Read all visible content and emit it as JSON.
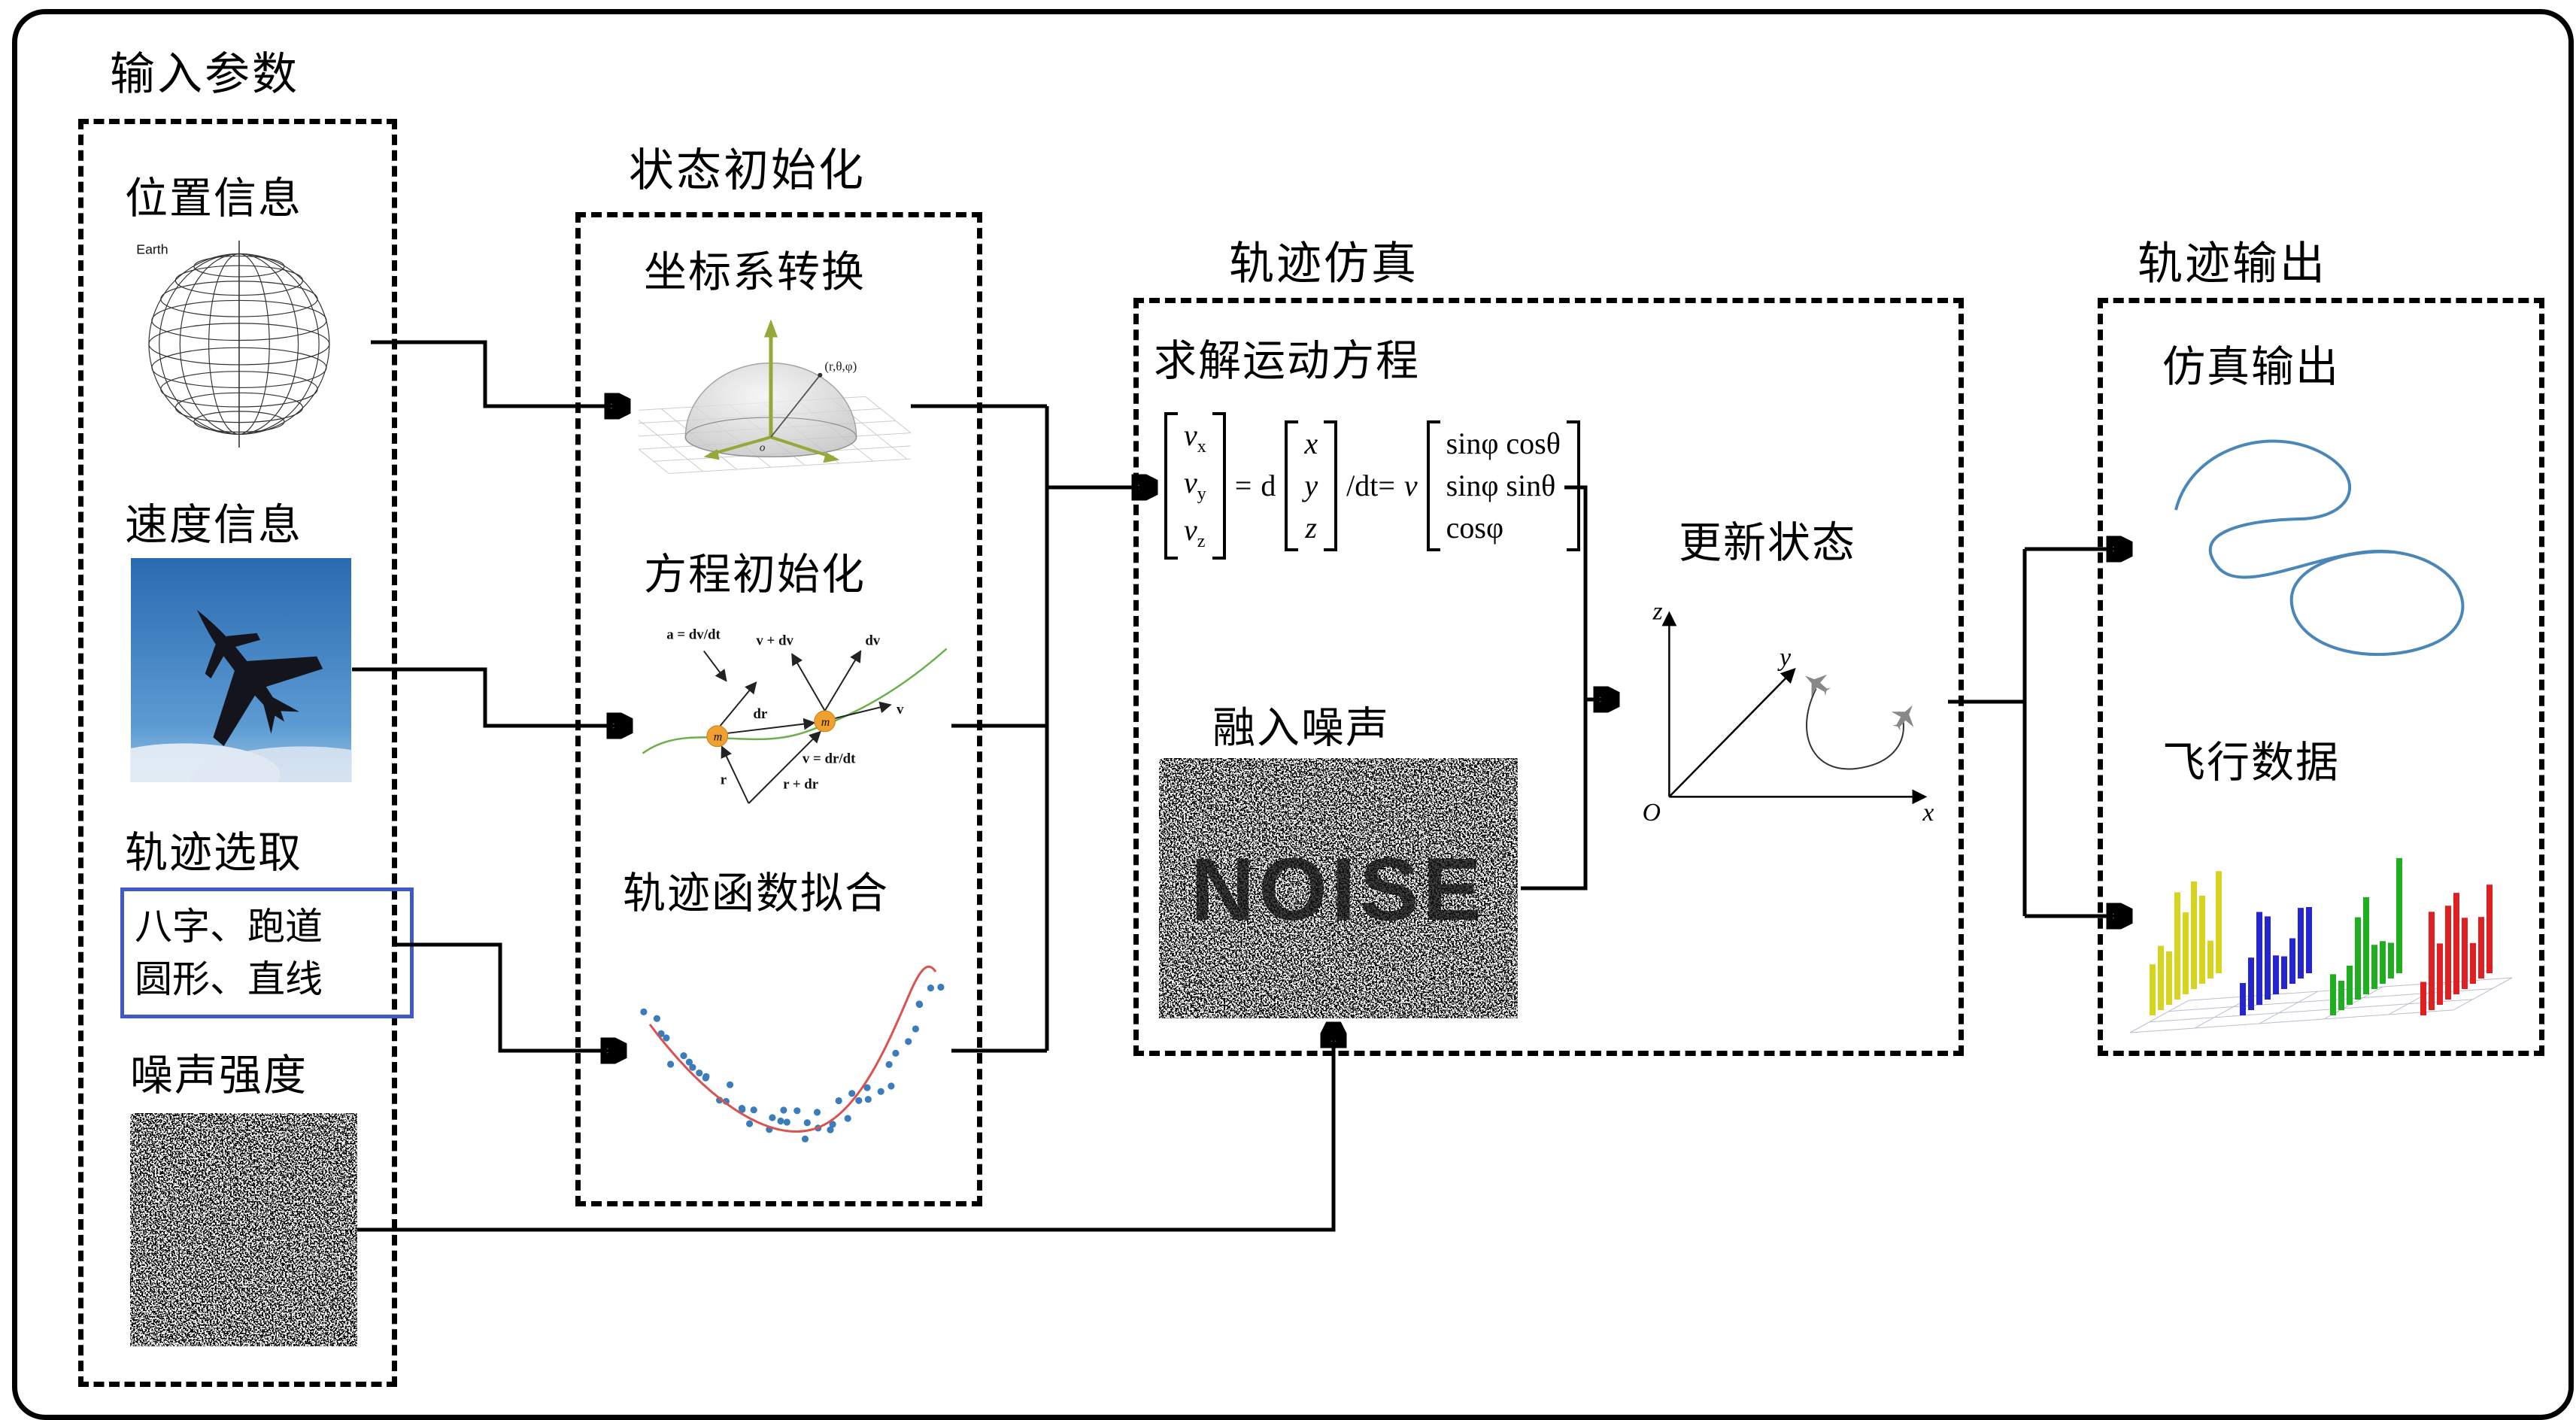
{
  "colors": {
    "curve_blue": "#4a86b8",
    "scatter_dot_blue": "#3b7dbb",
    "fit_line_red": "#d9534f",
    "option_box_blue": "#4059c8",
    "mass_orange": "#f0a030",
    "axis_green": "#97a83a",
    "vector_green": "#6ab04c",
    "sky_blue": "#3579bd",
    "bar_yellow": "#d6d41f",
    "bar_blue": "#2626d0",
    "bar_green": "#1fae1f",
    "bar_red": "#e02020"
  },
  "input_panel": {
    "title": "输入参数",
    "position_label": "位置信息",
    "earth_caption": "Earth",
    "velocity_label": "速度信息",
    "trajectory_label": "轨迹选取",
    "trajectory_options": [
      "八字、跑道",
      "圆形、直线"
    ],
    "noise_label": "噪声强度"
  },
  "init_panel": {
    "title": "状态初始化",
    "coord_label": "坐标系转换",
    "coord_annotation": "(r,θ,φ)",
    "coord_origin": "o",
    "equation_label": "方程初始化",
    "vector_labels": {
      "a": "a = dv/dt",
      "v_plus_dv": "v + dv",
      "dv": "dv",
      "v": "v",
      "m1": "m",
      "m2": "m",
      "dr": "dr",
      "r": "r",
      "r_plus_dr": "r + dr",
      "v_eq": "v = dr/dt"
    },
    "fit_label": "轨迹函数拟合"
  },
  "sim_panel": {
    "title": "轨迹仿真",
    "solve_label": "求解运动方程",
    "equation": {
      "v_rows": [
        {
          "base": "v",
          "sub": "x"
        },
        {
          "base": "v",
          "sub": "y"
        },
        {
          "base": "v",
          "sub": "z"
        }
      ],
      "equals": "=",
      "d": "d",
      "xyz_rows": [
        "x",
        "y",
        "z"
      ],
      "over_dt": "/dt=",
      "v": "v",
      "trig_rows": [
        "sinφ cosθ",
        "sinφ sinθ",
        "cosφ"
      ]
    },
    "noise_label": "融入噪声",
    "noise_word": "NOISE",
    "update_label": "更新状态",
    "axes": {
      "z": "z",
      "y": "y",
      "x": "x",
      "origin": "O"
    }
  },
  "output_panel": {
    "title": "轨迹输出",
    "sim_output_label": "仿真输出",
    "flight_data_label": "飞行数据"
  }
}
